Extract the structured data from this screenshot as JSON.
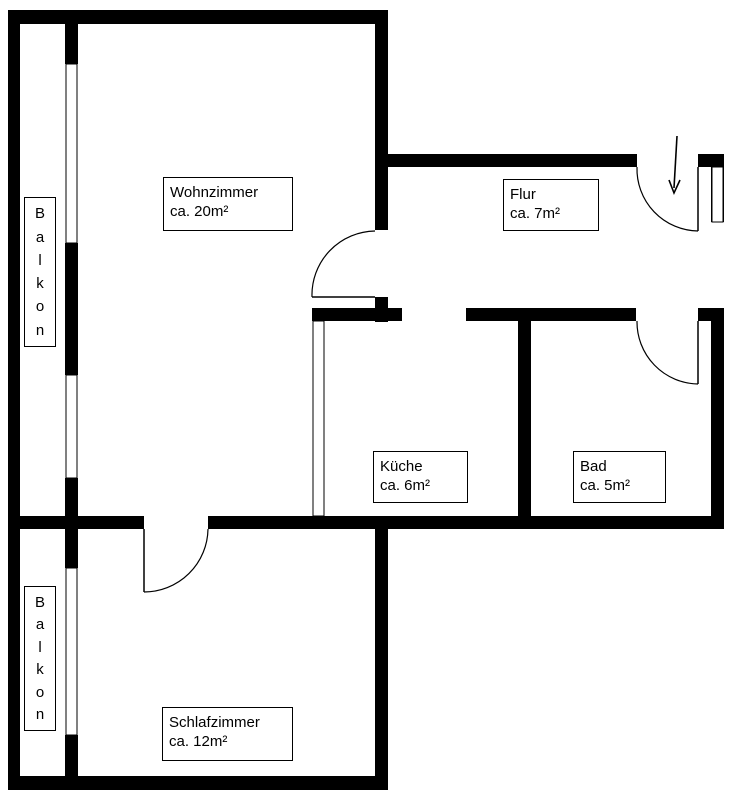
{
  "rooms": {
    "wohnzimmer": {
      "name": "Wohnzimmer",
      "area": "ca. 20m²"
    },
    "flur": {
      "name": "Flur",
      "area": "ca. 7m²"
    },
    "kueche": {
      "name": "Küche",
      "area": "ca. 6m²"
    },
    "bad": {
      "name": "Bad",
      "area": "ca. 5m²"
    },
    "schlafzimmer": {
      "name": "Schlafzimmer",
      "area": "ca. 12m²"
    }
  },
  "balconies": {
    "upper": {
      "letters": [
        "B",
        "a",
        "l",
        "k",
        "o",
        "n"
      ]
    },
    "lower": {
      "letters": [
        "B",
        "a",
        "l",
        "k",
        "o",
        "n"
      ]
    }
  },
  "entrance_icon": "arrow-down-icon",
  "colors": {
    "wall": "#000000",
    "background": "#ffffff"
  }
}
